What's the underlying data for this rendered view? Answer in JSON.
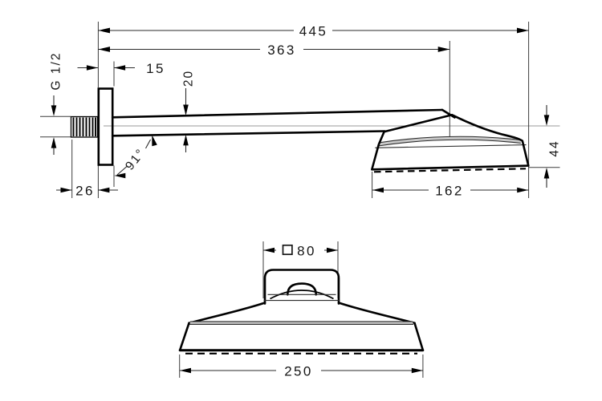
{
  "drawing": {
    "type": "technical-dimension-drawing",
    "product": "overhead shower with shower arm",
    "colors": {
      "background": "#ffffff",
      "line": "#000000",
      "shade": "#c9c9c9"
    },
    "side_view": {
      "dims": {
        "overall": "445",
        "to_spray_center": "363",
        "escutcheon_thickness": "15",
        "arm_height": "20",
        "thread": "G 1/2",
        "wall_depth": "26",
        "arm_angle": "91°",
        "head_width": "162",
        "head_height": "44"
      }
    },
    "front_view": {
      "dims": {
        "square_symbol": "□",
        "bracket_square": "80",
        "head_face": "250"
      }
    }
  }
}
